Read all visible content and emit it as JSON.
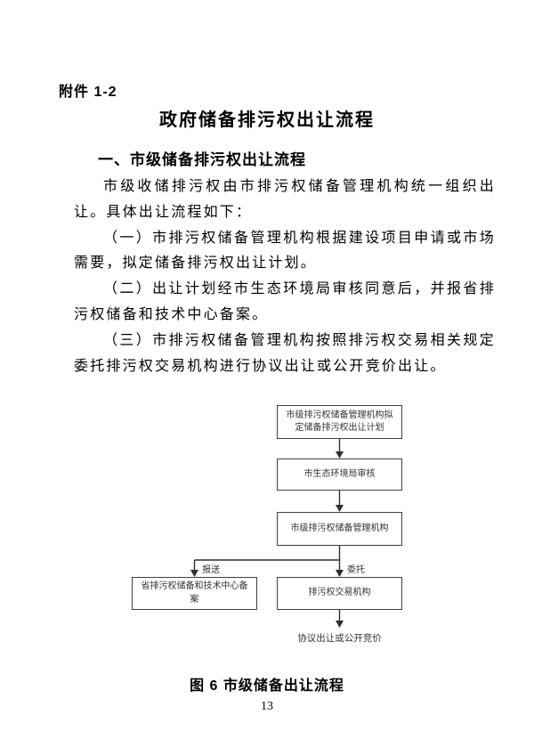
{
  "page": {
    "attachment_label": "附件 1-2",
    "title": "政府储备排污权出让流程",
    "section_heading": "一、市级储备排污权出让流程",
    "paragraphs": [
      "市级收储排污权由市排污权储备管理机构统一组织出让。具体出让流程如下：",
      "（一）市排污权储备管理机构根据建设项目申请或市场需要，拟定储备排污权出让计划。",
      "（二）出让计划经市生态环境局审核同意后，并报省排污权储备和技术中心备案。",
      "（三）市排污权储备管理机构按照排污权交易相关规定委托排污权交易机构进行协议出让或公开竞价出让。"
    ],
    "figure_caption": "图 6 市级储备出让流程",
    "page_number": "13"
  },
  "flowchart": {
    "nodes": {
      "plan": "市级排污权储备管理机构拟定储备排污权出让计划",
      "review": "市生态环境局审核",
      "agency": "市级排污权储备管理机构",
      "filing": "省排污权储备和技术中心备案",
      "trading": "排污权交易机构"
    },
    "edge_labels": {
      "submit": "报送",
      "entrust": "委托"
    },
    "terminal_text": "协议出让或公开竞价",
    "colors": {
      "line": "#2e2e2e",
      "border": "#404040",
      "text": "#333333"
    }
  }
}
